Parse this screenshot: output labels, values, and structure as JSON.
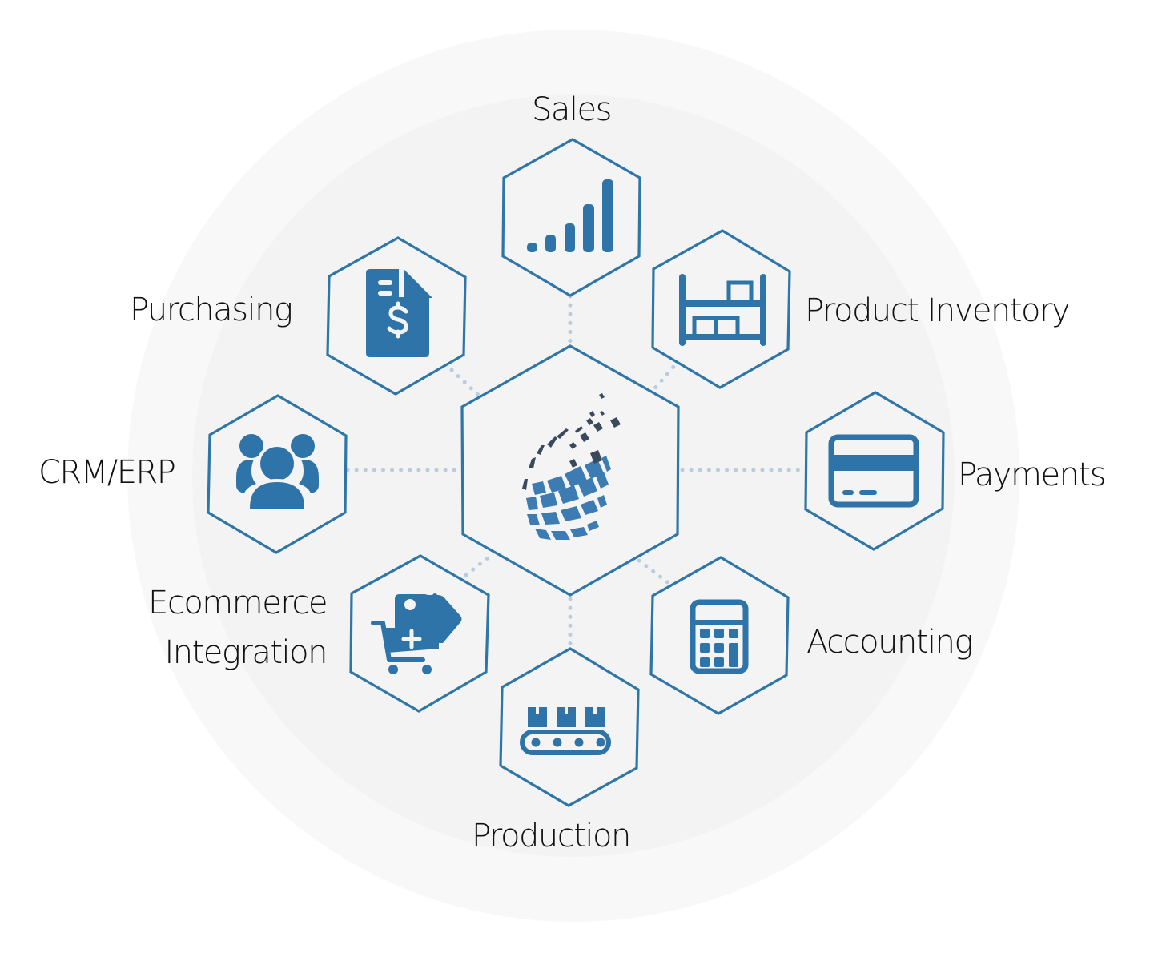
{
  "colors": {
    "hex_stroke": "#2e75a8",
    "icon_fill": "#2e74a8",
    "connector": "#b8cde0",
    "outer_ring": "#f8f8f8",
    "inner_disc": "#f3f3f3",
    "label_text": "#111111"
  },
  "center": {
    "icon": "globe-logo-icon"
  },
  "modules": [
    {
      "id": "sales",
      "label": "Sales",
      "icon": "bar-chart-icon"
    },
    {
      "id": "product-inventory",
      "label": "Product Inventory",
      "icon": "warehouse-shelf-icon"
    },
    {
      "id": "payments",
      "label": "Payments",
      "icon": "credit-card-icon"
    },
    {
      "id": "accounting",
      "label": "Accounting",
      "icon": "calculator-icon"
    },
    {
      "id": "production",
      "label": "Production",
      "icon": "conveyor-belt-icon"
    },
    {
      "id": "ecommerce",
      "label_line1": "Ecommerce",
      "label_line2": "Integration",
      "icon": "cart-tags-icon"
    },
    {
      "id": "crm-erp",
      "label": "CRM/ERP",
      "icon": "users-group-icon"
    },
    {
      "id": "purchasing",
      "label": "Purchasing",
      "icon": "invoice-dollar-icon"
    }
  ]
}
